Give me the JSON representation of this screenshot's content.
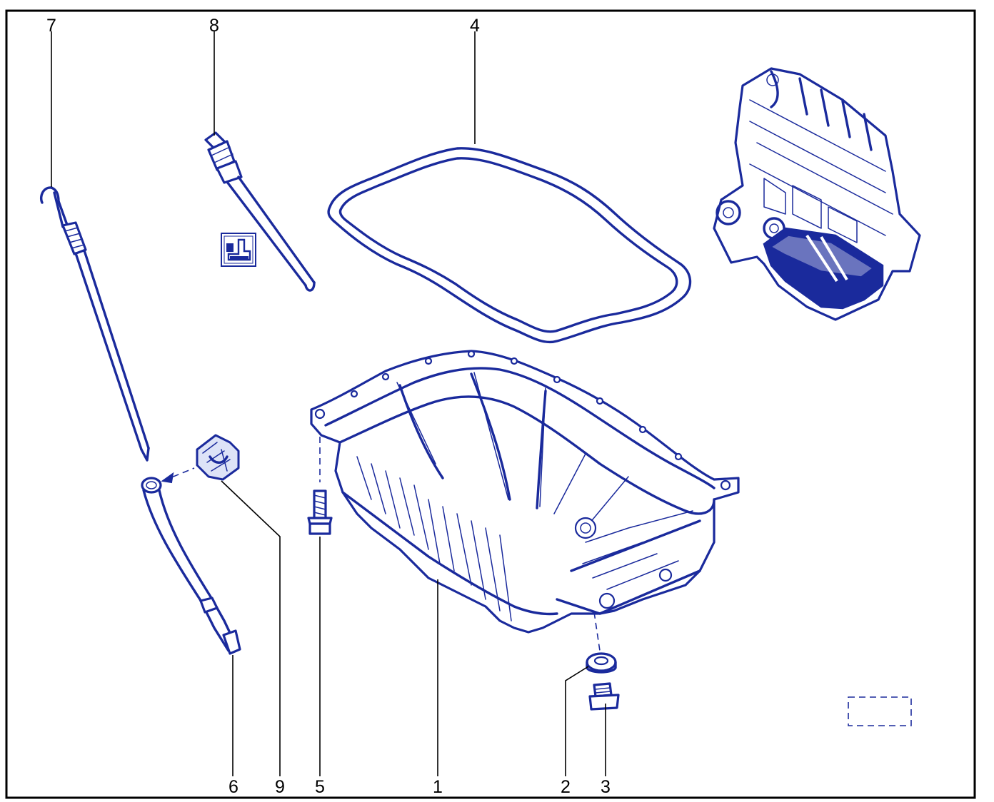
{
  "colors": {
    "ink": "#1a2a9c",
    "tint": "#dde3f7",
    "frame": "#000000"
  },
  "callouts": [
    {
      "id": "7",
      "label": "7",
      "position": "top"
    },
    {
      "id": "8",
      "label": "8",
      "position": "top"
    },
    {
      "id": "4",
      "label": "4",
      "position": "top"
    },
    {
      "id": "6",
      "label": "6",
      "position": "bottom"
    },
    {
      "id": "9",
      "label": "9",
      "position": "bottom"
    },
    {
      "id": "5",
      "label": "5",
      "position": "bottom"
    },
    {
      "id": "1",
      "label": "1",
      "position": "bottom"
    },
    {
      "id": "2",
      "label": "2",
      "position": "bottom"
    },
    {
      "id": "3",
      "label": "3",
      "position": "bottom"
    }
  ],
  "icons": {
    "oil_level_sensor_symbol": "oil-level-sensor-symbol-icon",
    "placeholder_box": "dashed-placeholder-box"
  }
}
